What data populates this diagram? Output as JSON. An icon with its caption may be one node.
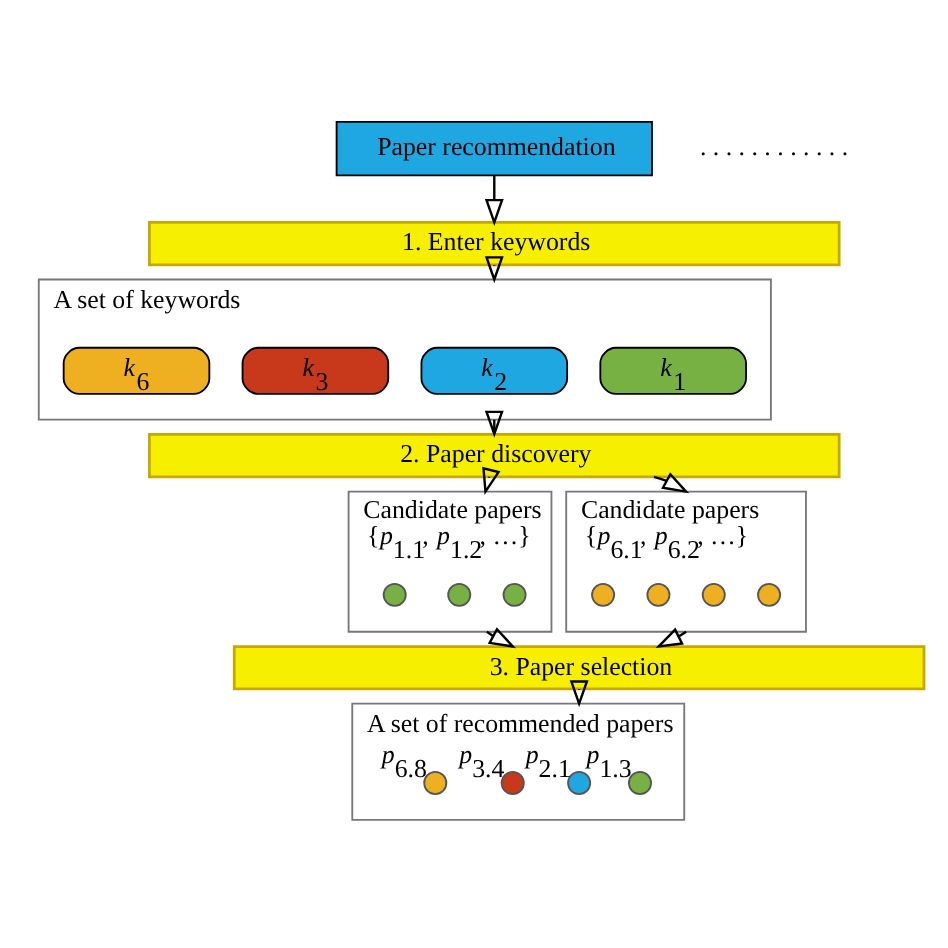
{
  "diagram": {
    "nodes": [
      {
        "text": [
          "Paper recommendation"
        ]
      },
      {
        "text": [
          "1. Enter keywords"
        ]
      },
      {
        "text": [
          "A set of keywords"
        ]
      },
      {
        "text": [
          "*k*$_{1}$"
        ],
        "in": 2
      },
      {
        "text": [
          "*k*$_{2}$"
        ],
        "in": 2
      },
      {
        "text": [
          "*k*$_{3}$"
        ],
        "in": 2
      },
      {
        "text": [
          "*k*$_{6}$"
        ],
        "in": 2
      },
      {
        "text": [
          "2. Paper discovery"
        ]
      },
      {
        "text": [
          "Candidate papers",
          "{*p*$_{1.1}$, *p*$_{1.2}$, …}"
        ]
      },
      {
        "text": [],
        "shape": "circle",
        "in": 8
      },
      {
        "text": [],
        "shape": "circle",
        "in": 8
      },
      {
        "text": [],
        "shape": "circle",
        "in": 8
      },
      {
        "text": [
          "Candidate papers",
          "{*p*$_{6.1}$, *p*$_{6.2}$, …}"
        ]
      },
      {
        "text": [],
        "shape": "circle",
        "in": 12
      },
      {
        "text": [],
        "shape": "circle",
        "in": 12
      },
      {
        "text": [],
        "shape": "circle",
        "in": 12
      },
      {
        "text": [],
        "shape": "circle",
        "in": 12
      },
      {
        "text": [
          "3. Paper selection"
        ]
      },
      {
        "text": [
          "A set of recommended papers"
        ]
      },
      {
        "text": [],
        "shape": "circle",
        "in": 18,
        "beside": [
          "*p*$_{1.3}$"
        ]
      },
      {
        "text": [],
        "shape": "circle",
        "in": 18,
        "beside": [
          "*p*$_{2.1}$"
        ]
      },
      {
        "text": [],
        "shape": "circle",
        "in": 18,
        "beside": [
          "*p*$_{3.4}$"
        ]
      },
      {
        "text": [],
        "shape": "circle",
        "in": 18,
        "beside": [
          "*p*$_{6.8}$"
        ]
      }
    ],
    "edges": [
      {
        "from": 0,
        "to": 1,
        "arrow": "to"
      },
      {
        "from": 1,
        "to": 2,
        "arrow": "to"
      },
      {
        "from": 2,
        "to": 7,
        "arrow": "to"
      },
      {
        "from": 7,
        "to": 8,
        "arrow": "to"
      },
      {
        "from": 7,
        "to": 12,
        "arrow": "to"
      },
      {
        "from": 8,
        "to": 17,
        "arrow": "to"
      },
      {
        "from": 12,
        "to": 17,
        "arrow": "to"
      },
      {
        "from": 17,
        "to": 18,
        "arrow": "to"
      }
    ],
    "labels": [
      ". . . . . . . . . . . ."
    ]
  }
}
